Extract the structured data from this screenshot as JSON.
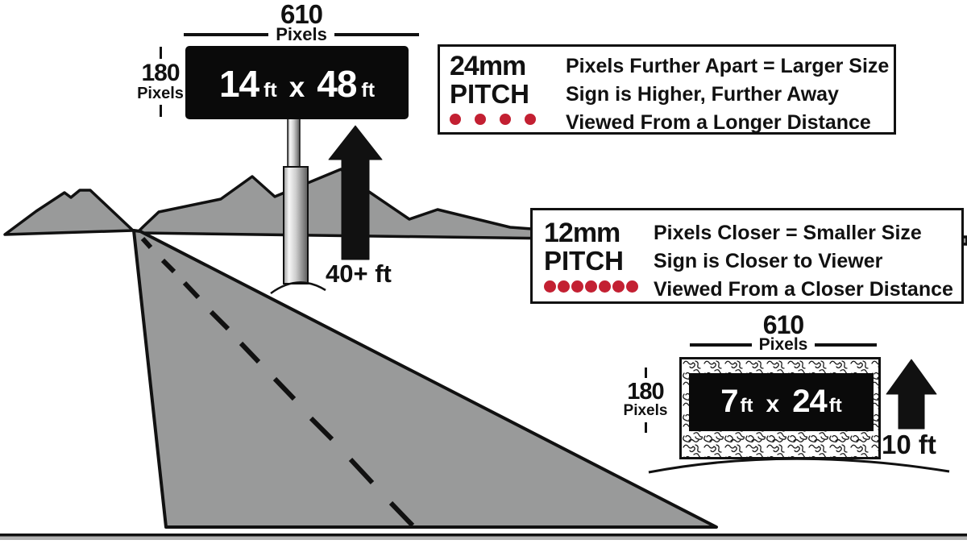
{
  "colors": {
    "red": "#c32032",
    "terrain": "#999a9a"
  },
  "top_sign": {
    "width_value": "610",
    "width_unit": "Pixels",
    "height_value": "180",
    "height_unit": "Pixels",
    "face": {
      "n1": "14",
      "u1": "ft",
      "sep": "x",
      "n2": "48",
      "u2": "ft"
    },
    "pole_height_label": "40+ ft"
  },
  "pitch_boxes": [
    {
      "size": "24mm",
      "word": "PITCH",
      "dot_count": 4,
      "dot_style": "spaced",
      "lines": [
        "Pixels Further Apart = Larger Size",
        "Sign is Higher, Further Away",
        "Viewed From a Longer Distance"
      ]
    },
    {
      "size": "12mm",
      "word": "PITCH",
      "dot_count": 7,
      "dot_style": "touching",
      "lines": [
        "Pixels Closer = Smaller Size",
        "Sign is Closer to Viewer",
        "Viewed From a Closer Distance"
      ]
    }
  ],
  "bottom_sign": {
    "width_value": "610",
    "width_unit": "Pixels",
    "height_value": "180",
    "height_unit": "Pixels",
    "face": {
      "n1": "7",
      "u1": "ft",
      "sep": "x",
      "n2": "24",
      "u2": "ft"
    },
    "height_label": "10 ft"
  }
}
